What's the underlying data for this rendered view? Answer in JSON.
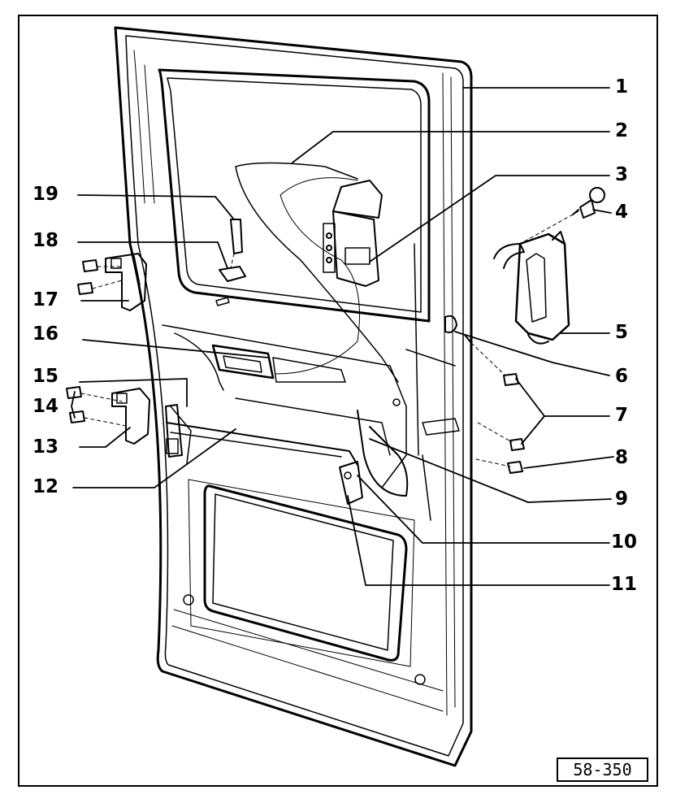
{
  "callouts": [
    {
      "id": "1",
      "label": "1"
    },
    {
      "id": "2",
      "label": "2"
    },
    {
      "id": "3",
      "label": "3"
    },
    {
      "id": "4",
      "label": "4"
    },
    {
      "id": "5",
      "label": "5"
    },
    {
      "id": "6",
      "label": "6"
    },
    {
      "id": "7",
      "label": "7"
    },
    {
      "id": "8",
      "label": "8"
    },
    {
      "id": "9",
      "label": "9"
    },
    {
      "id": "10",
      "label": "10"
    },
    {
      "id": "11",
      "label": "11"
    },
    {
      "id": "12",
      "label": "12"
    },
    {
      "id": "13",
      "label": "13"
    },
    {
      "id": "14",
      "label": "14"
    },
    {
      "id": "15",
      "label": "15"
    },
    {
      "id": "16",
      "label": "16"
    },
    {
      "id": "17",
      "label": "17"
    },
    {
      "id": "18",
      "label": "18"
    },
    {
      "id": "19",
      "label": "19"
    }
  ],
  "reference_code": "58-350"
}
